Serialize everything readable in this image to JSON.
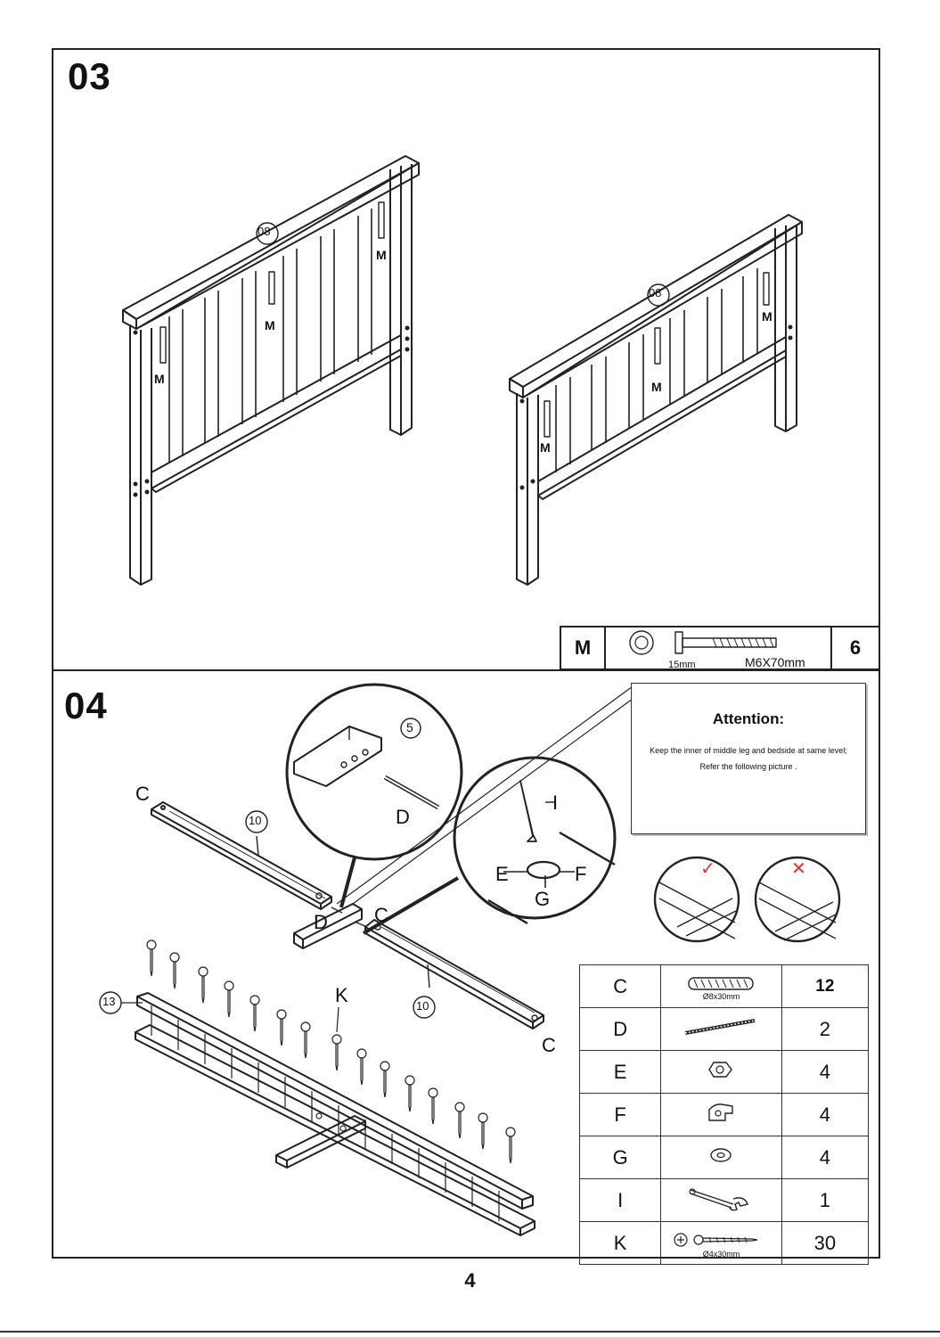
{
  "steps": {
    "step3": {
      "number": "03"
    },
    "step4": {
      "number": "04"
    }
  },
  "step3_parts": {
    "letter": "M",
    "washer_size": "15mm",
    "bolt_size": "M6X70mm",
    "quantity": "6"
  },
  "step3_labels": {
    "headboard_left": "08",
    "headboard_right": "08",
    "bolt_label": "M"
  },
  "step4_labels": {
    "C": "C",
    "D": "D",
    "E": "E",
    "F": "F",
    "G": "G",
    "I": "I",
    "K": "K",
    "rail_10": "10",
    "leg_5": "5",
    "slat_13": "13",
    "check_mark": "✓",
    "cross_mark": "✕"
  },
  "attention": {
    "title": "Attention:",
    "line1": "Keep the inner of middle leg and bedside at same level;",
    "line2": "Refer the following picture ."
  },
  "parts_table": [
    {
      "letter": "C",
      "size": "Ø8x30mm",
      "qty": "12",
      "icon": "wooden-dowel-icon"
    },
    {
      "letter": "D",
      "size": "",
      "qty": "2",
      "icon": "threaded-rod-icon"
    },
    {
      "letter": "E",
      "size": "",
      "qty": "4",
      "icon": "hex-nut-icon"
    },
    {
      "letter": "F",
      "size": "",
      "qty": "4",
      "icon": "cam-bracket-icon"
    },
    {
      "letter": "G",
      "size": "",
      "qty": "4",
      "icon": "washer-icon"
    },
    {
      "letter": "I",
      "size": "",
      "qty": "1",
      "icon": "wrench-icon"
    },
    {
      "letter": "K",
      "size": "Ø4x30mm",
      "qty": "30",
      "icon": "wood-screw-icon"
    }
  ],
  "page": {
    "number": "4"
  }
}
